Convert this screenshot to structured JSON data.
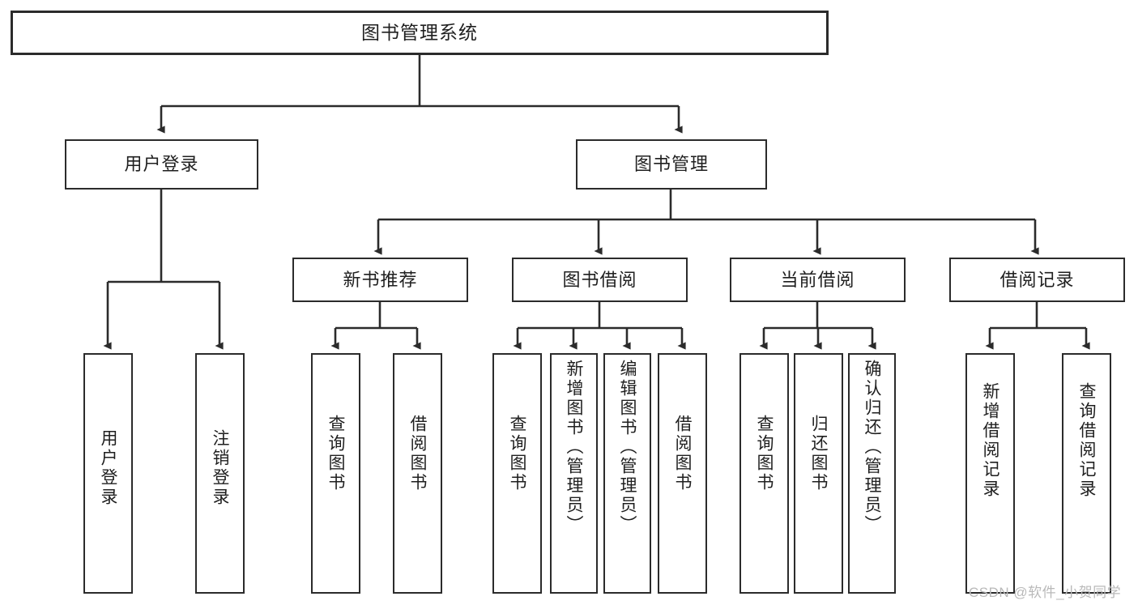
{
  "diagram": {
    "title": "图书管理系统",
    "type": "hierarchy-tree",
    "root": {
      "id": "root",
      "label": "图书管理系统"
    },
    "level1": [
      {
        "id": "user-login",
        "label": "用户登录"
      },
      {
        "id": "book-management",
        "label": "图书管理"
      }
    ],
    "level2": [
      {
        "id": "new-book-recommend",
        "label": "新书推荐",
        "parent": "book-management"
      },
      {
        "id": "book-borrow",
        "label": "图书借阅",
        "parent": "book-management"
      },
      {
        "id": "current-borrow",
        "label": "当前借阅",
        "parent": "book-management"
      },
      {
        "id": "borrow-record",
        "label": "借阅记录",
        "parent": "book-management"
      }
    ],
    "leaves": [
      {
        "id": "leaf-user-login",
        "label": "用户登录",
        "parent": "user-login"
      },
      {
        "id": "leaf-logout-login",
        "label": "注销登录",
        "parent": "user-login"
      },
      {
        "id": "leaf-query-book-1",
        "label": "查询图书",
        "parent": "new-book-recommend"
      },
      {
        "id": "leaf-borrow-book-1",
        "label": "借阅图书",
        "parent": "new-book-recommend"
      },
      {
        "id": "leaf-query-book-2",
        "label": "查询图书",
        "parent": "book-borrow"
      },
      {
        "id": "leaf-add-book",
        "label": "新增图书（管理员）",
        "parent": "book-borrow"
      },
      {
        "id": "leaf-edit-book",
        "label": "编辑图书（管理员）",
        "parent": "book-borrow"
      },
      {
        "id": "leaf-borrow-book-2",
        "label": "借阅图书",
        "parent": "book-borrow"
      },
      {
        "id": "leaf-query-book-3",
        "label": "查询图书",
        "parent": "current-borrow"
      },
      {
        "id": "leaf-return-book",
        "label": "归还图书",
        "parent": "current-borrow"
      },
      {
        "id": "leaf-confirm-return",
        "label": "确认归还（管理员）",
        "parent": "current-borrow"
      },
      {
        "id": "leaf-add-record",
        "label": "新增借阅记录",
        "parent": "borrow-record"
      },
      {
        "id": "leaf-query-record",
        "label": "查询借阅记录",
        "parent": "borrow-record"
      }
    ]
  },
  "watermark": {
    "text": "CSDN @软件_小贺同学"
  },
  "colors": {
    "stroke": "#2b2b2b",
    "box_fill": "#ffffff",
    "text": "#1f1f1f",
    "watermark": "#b9b9b9",
    "background": "#ffffff"
  }
}
